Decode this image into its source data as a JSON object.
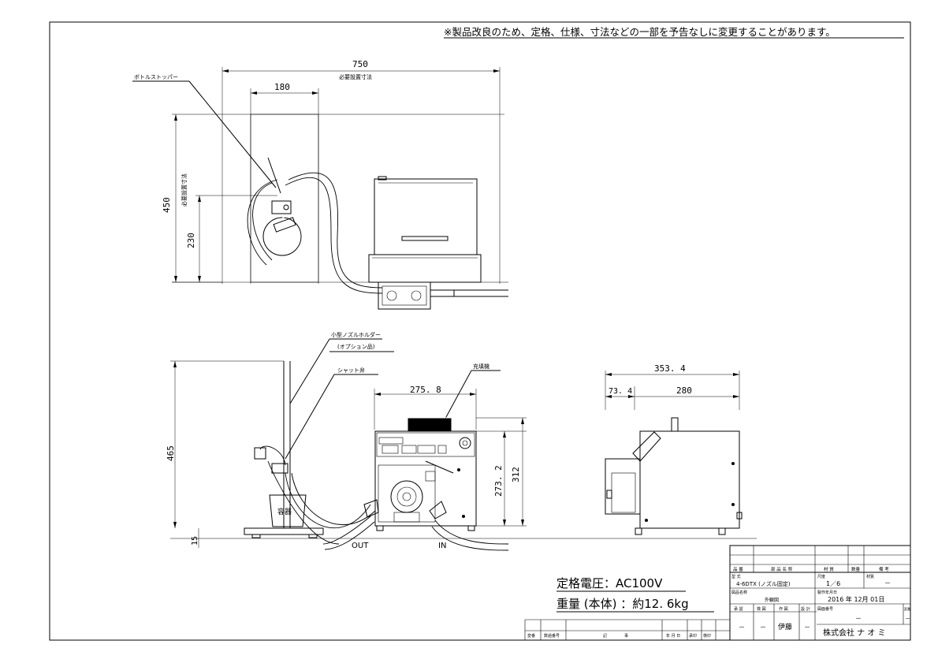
{
  "notice": "※製品改良のため、定格、仕様、寸法などの一部を予告なしに変更することがあります。",
  "top_view": {
    "dim_width": "750",
    "dim_width_caption": "必要設置寸法",
    "dim_inner": "180",
    "dim_height": "450",
    "dim_height_caption": "必要設置寸法",
    "dim_lower": "230",
    "label_stopper": "ボトルストッパー"
  },
  "front_view": {
    "label_holder": "小型ノズルホルダー",
    "label_holder_option": "(オプション品)",
    "label_valve": "シャット弁",
    "label_filler": "充填機",
    "label_container": "容器",
    "label_out": "OUT",
    "label_in": "IN",
    "dim_465": "465",
    "dim_15": "15",
    "dim_275": "275. 8",
    "dim_273": "273. 2",
    "dim_312": "312"
  },
  "side_view": {
    "dim_353": "353. 4",
    "dim_73": "73. 4",
    "dim_280": "280"
  },
  "specs": {
    "voltage": "定格電圧：AC100V",
    "weight": "重量 (本体) ：約12. 6kg"
  },
  "revision_table": {
    "headers": [
      "変番",
      "数過番号",
      "記",
      "事",
      "年 月 日",
      "承印",
      "検印"
    ]
  },
  "title_block": {
    "h_item": "品 番",
    "h_name": "部 品 名 称",
    "h_material": "材 質",
    "h_qty": "数量",
    "h_note": "備 考",
    "model_label": "型 式",
    "model": "4-6DTX (ノズル固定)",
    "scale_label": "尺度",
    "scale": "1／6",
    "material_label": "材質",
    "material": "－",
    "drawing_name_label": "図品名称",
    "drawing_name": "外観図",
    "date_label": "製作年月日",
    "date": "2016 年 12月 01日",
    "h_approve": "承 認",
    "h_check": "検 図",
    "h_draw": "作 図",
    "h_design": "設 計",
    "drawing_no_label": "図面番号",
    "rev_label": "変番",
    "approve": "－",
    "check": "－",
    "draw": "伊藤",
    "design": "－",
    "drawing_no": "－",
    "rev": "－",
    "company": "株式会社 ナ オ ミ"
  }
}
